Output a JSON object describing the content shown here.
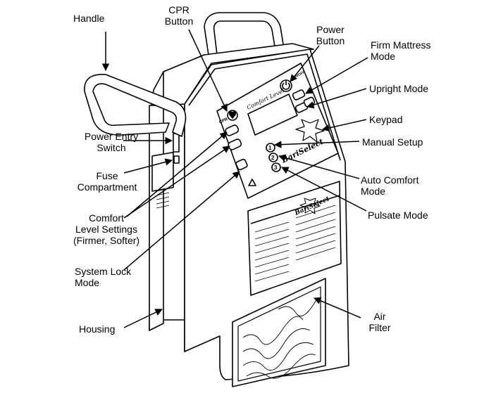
{
  "labels": {
    "handle": "Handle",
    "cpr_button": [
      "CPR",
      "Button"
    ],
    "power_button": [
      "Power",
      "Button"
    ],
    "firm_mattress_mode": [
      "Firm Mattress",
      "Mode"
    ],
    "upright_mode": "Upright Mode",
    "keypad": "Keypad",
    "manual_setup": "Manual Setup",
    "power_entry_switch": [
      "Power Entry",
      "Switch"
    ],
    "fuse_compartment": [
      "Fuse",
      "Compartment"
    ],
    "auto_comfort_mode": [
      "Auto Comfort",
      "Mode"
    ],
    "pulsate_mode": "Pulsate Mode",
    "comfort_level_settings": [
      "Comfort",
      "Level Settings",
      "(Firmer, Softer)"
    ],
    "system_lock_mode": [
      "System Lock",
      "Mode"
    ],
    "housing": "Housing",
    "air_filter": [
      "Air",
      "Filter"
    ]
  },
  "device": {
    "panel_title": "Comfort Level",
    "brand": "BariSelect",
    "cpr_text": "CPR",
    "onoff_text": "ON/OFF",
    "mode_numbers": [
      "1",
      "2",
      "3"
    ]
  },
  "colors": {
    "line": "#000000",
    "fill": "#ffffff",
    "panel": "#ffffff"
  }
}
